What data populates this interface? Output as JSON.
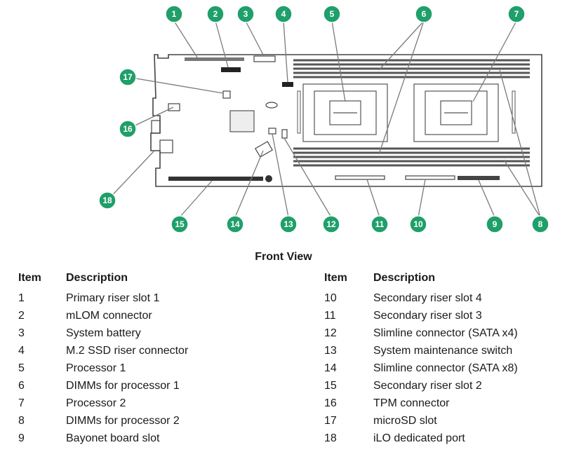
{
  "diagram": {
    "callouts": [
      {
        "number": "1"
      },
      {
        "number": "2"
      },
      {
        "number": "3"
      },
      {
        "number": "4"
      },
      {
        "number": "5"
      },
      {
        "number": "6"
      },
      {
        "number": "7"
      },
      {
        "number": "8"
      },
      {
        "number": "9"
      },
      {
        "number": "10"
      },
      {
        "number": "11"
      },
      {
        "number": "12"
      },
      {
        "number": "13"
      },
      {
        "number": "14"
      },
      {
        "number": "15"
      },
      {
        "number": "16"
      },
      {
        "number": "17"
      },
      {
        "number": "18"
      }
    ],
    "colors": {
      "callout_fill": "#1f9f6a",
      "leader": "#7a7a7a",
      "board_line": "#444444",
      "dimm": "#555555"
    }
  },
  "caption": "Front View",
  "table": {
    "headers": {
      "item": "Item",
      "description": "Description"
    },
    "left": [
      {
        "item": "1",
        "description": "Primary riser slot 1"
      },
      {
        "item": "2",
        "description": "mLOM connector"
      },
      {
        "item": "3",
        "description": "System battery"
      },
      {
        "item": "4",
        "description": "M.2 SSD riser connector"
      },
      {
        "item": "5",
        "description": "Processor 1"
      },
      {
        "item": "6",
        "description": "DIMMs for processor 1"
      },
      {
        "item": "7",
        "description": "Processor 2"
      },
      {
        "item": "8",
        "description": "DIMMs for processor 2"
      },
      {
        "item": "9",
        "description": "Bayonet board slot"
      }
    ],
    "right": [
      {
        "item": "10",
        "description": "Secondary riser slot 4"
      },
      {
        "item": "11",
        "description": "Secondary riser slot 3"
      },
      {
        "item": "12",
        "description": "Slimline connector (SATA x4)"
      },
      {
        "item": "13",
        "description": "System maintenance switch"
      },
      {
        "item": "14",
        "description": "Slimline connector (SATA x8)"
      },
      {
        "item": "15",
        "description": "Secondary riser slot 2"
      },
      {
        "item": "16",
        "description": "TPM connector"
      },
      {
        "item": "17",
        "description": "microSD slot"
      },
      {
        "item": "18",
        "description": "iLO dedicated port"
      }
    ]
  }
}
